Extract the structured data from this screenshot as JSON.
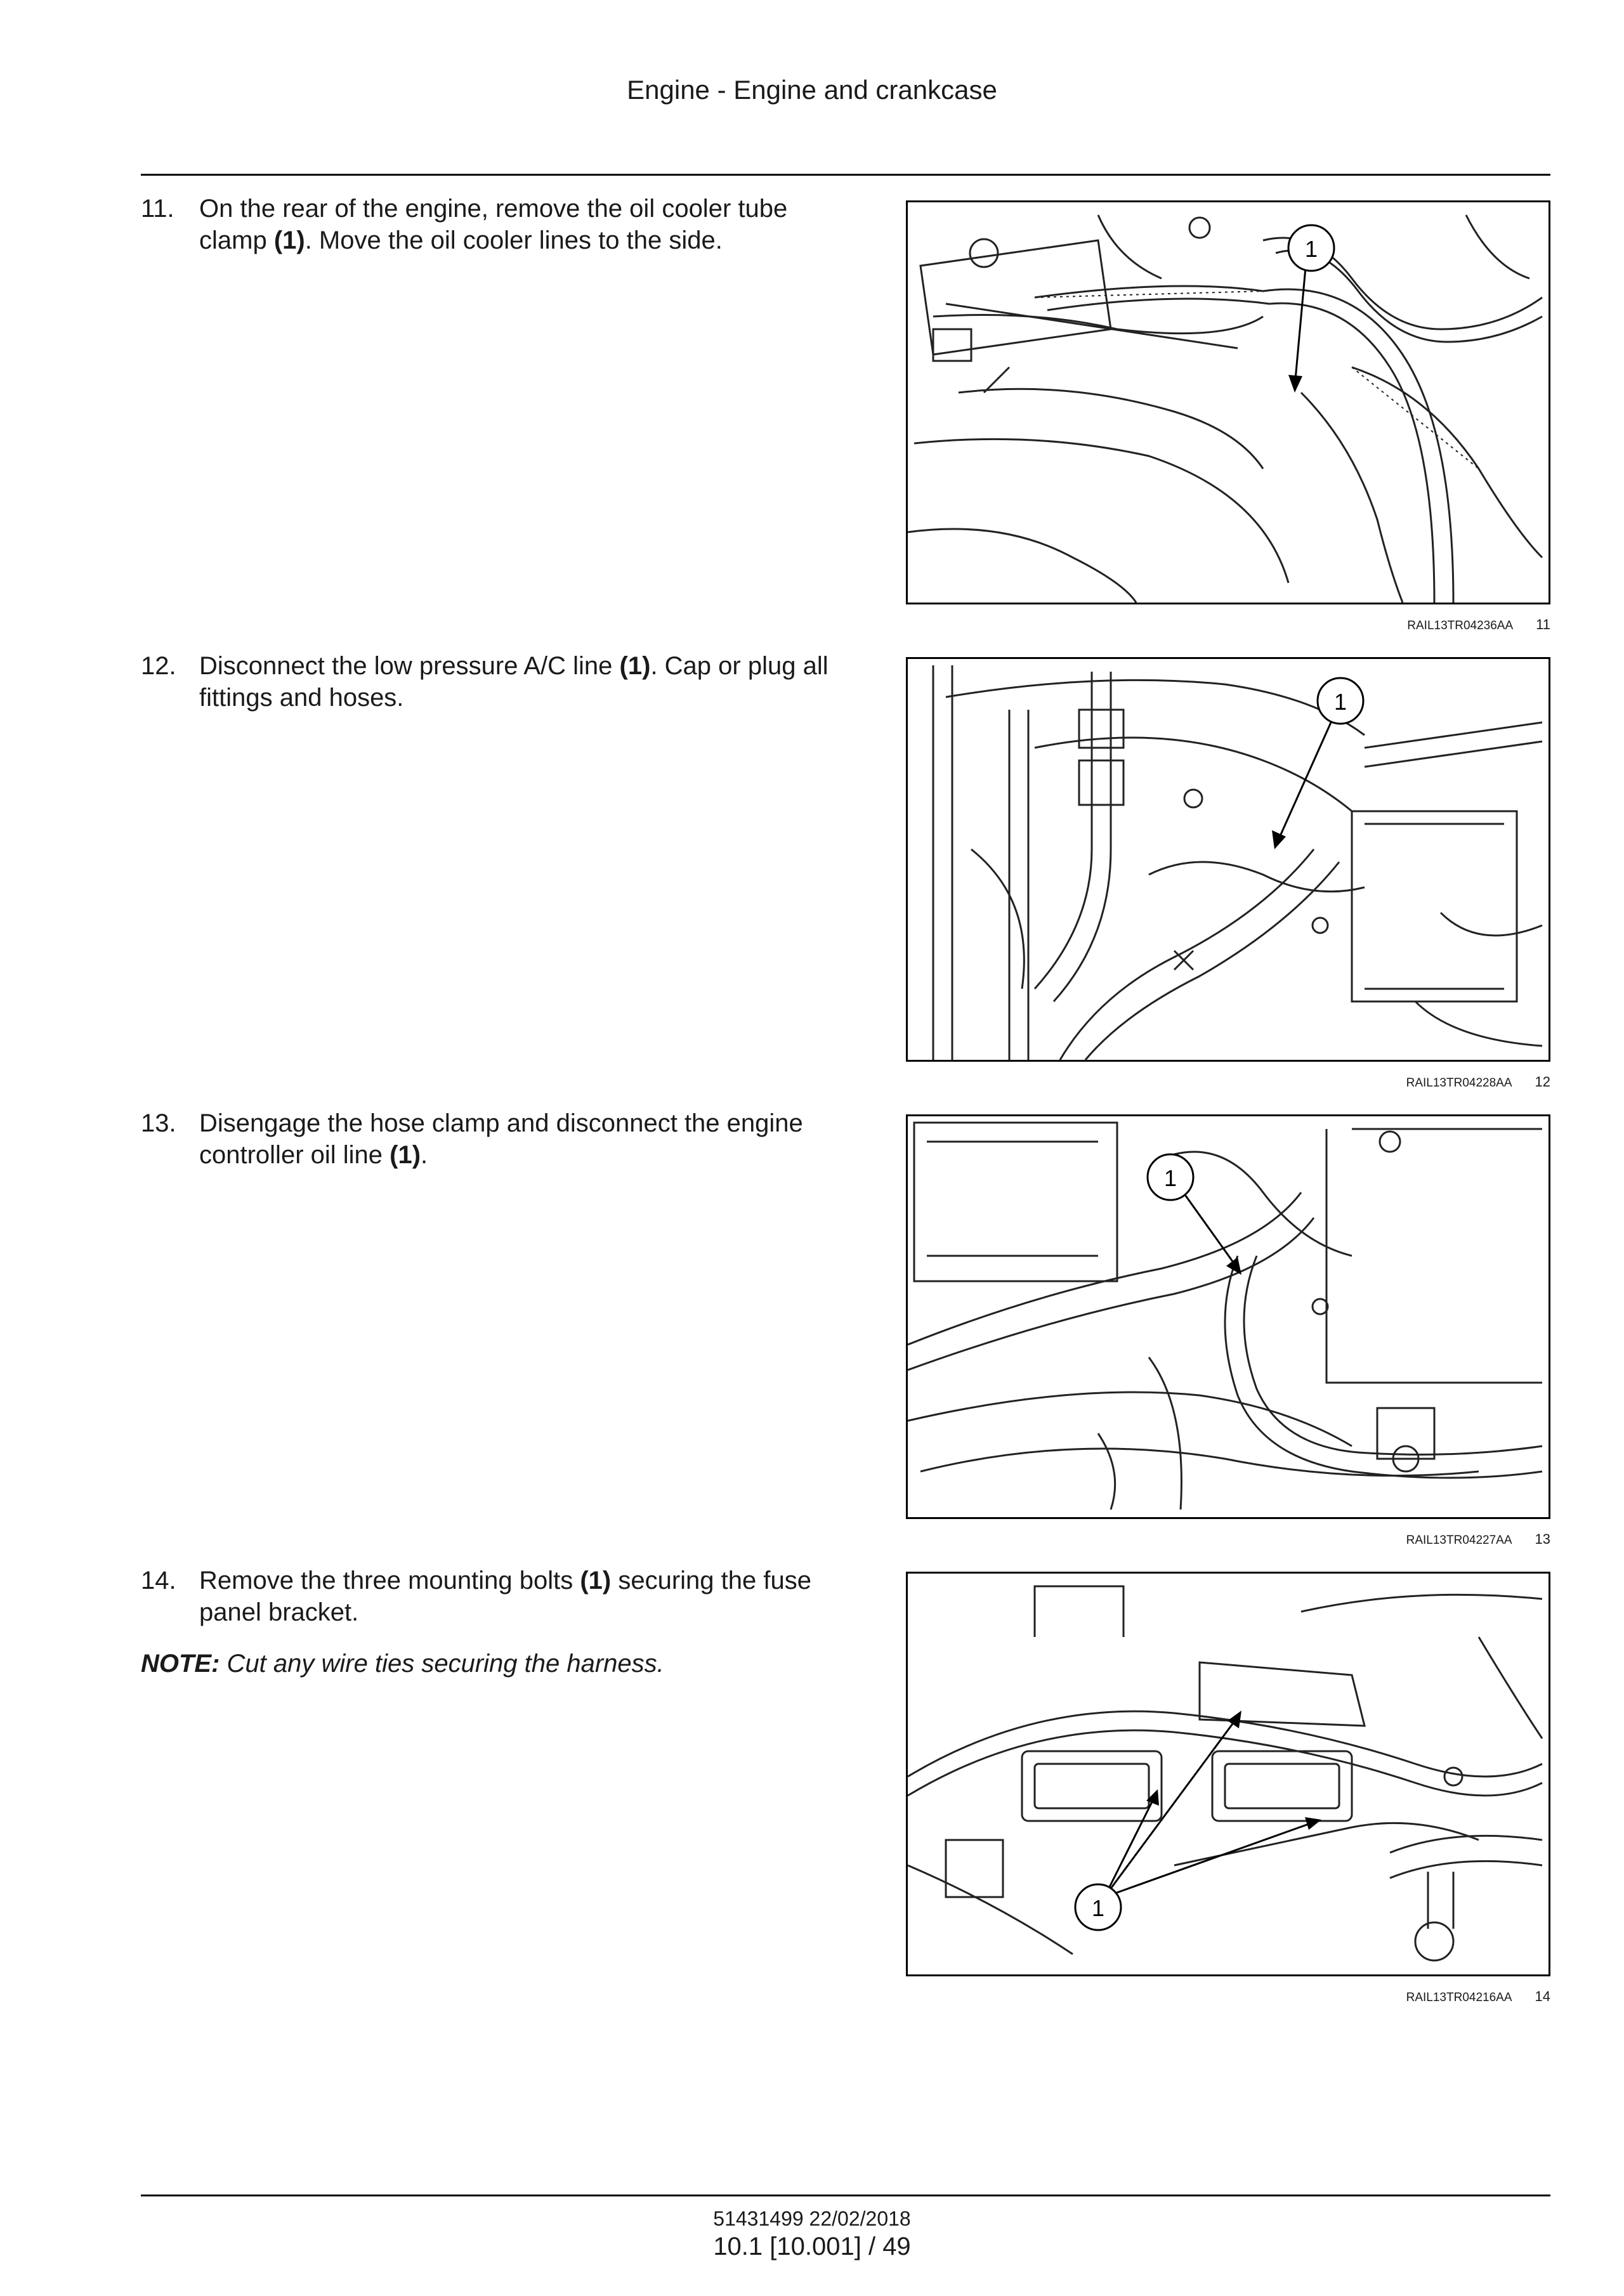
{
  "header": {
    "title": "Engine - Engine and crankcase"
  },
  "steps": [
    {
      "num": "11.",
      "pre": "On the rear of the engine, remove the oil cooler tube clamp ",
      "ref": "(1)",
      "post": ". Move the oil cooler lines to the side.",
      "figure": {
        "code": "RAIL13TR04236AA",
        "number": "11",
        "callout": "1"
      }
    },
    {
      "num": "12.",
      "pre": "Disconnect the low pressure A/C line ",
      "ref": "(1)",
      "post": ". Cap or plug all fittings and hoses.",
      "figure": {
        "code": "RAIL13TR04228AA",
        "number": "12",
        "callout": "1"
      }
    },
    {
      "num": "13.",
      "pre": "Disengage the hose clamp and disconnect the engine controller oil line ",
      "ref": "(1)",
      "post": ".",
      "figure": {
        "code": "RAIL13TR04227AA",
        "number": "13",
        "callout": "1"
      }
    },
    {
      "num": "14.",
      "pre": "Remove the three mounting bolts ",
      "ref": "(1)",
      "post": " securing the fuse panel bracket.",
      "figure": {
        "code": "RAIL13TR04216AA",
        "number": "14",
        "callout": "1"
      }
    }
  ],
  "note": {
    "label": "NOTE:",
    "text": " Cut any wire ties securing the harness."
  },
  "footer": {
    "doc": "51431499 22/02/2018",
    "page": "10.1 [10.001] / 49"
  }
}
